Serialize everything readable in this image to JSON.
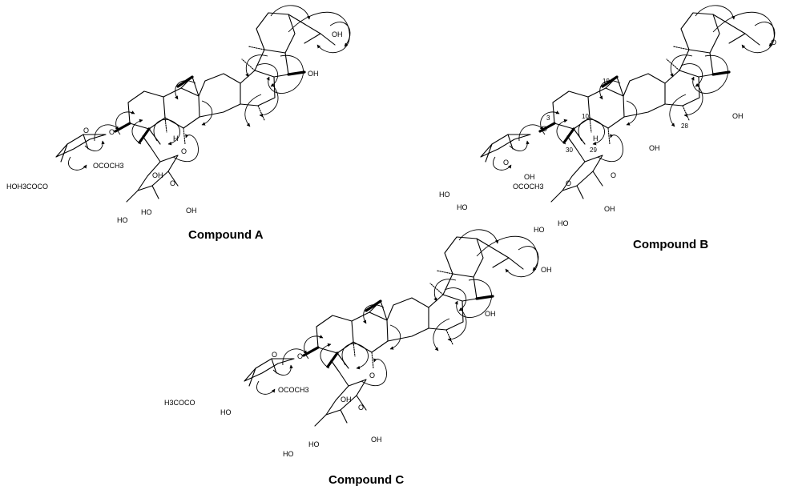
{
  "compounds": [
    {
      "caption": "Compound A",
      "labels": [
        "OH",
        "OH",
        "O",
        "O",
        "OCOCH3",
        "HOH3COCO",
        "OH",
        "O",
        "O",
        "OH",
        "HO",
        "HO",
        "H"
      ]
    },
    {
      "caption": "Compound B",
      "labels": [
        "O",
        "OH",
        "OH",
        "O",
        "O",
        "OCOCH3",
        "HO",
        "HO",
        "O",
        "OH",
        "O",
        "OH",
        "HO",
        "HO",
        "H",
        "19",
        "10",
        "3",
        "30",
        "29",
        "28"
      ]
    },
    {
      "caption": "Compound C",
      "labels": [
        "OH",
        "OH",
        "O",
        "O",
        "OCOCH3",
        "H3COCO",
        "HO",
        "O",
        "OH",
        "O",
        "OH",
        "HO",
        "HO"
      ]
    }
  ]
}
